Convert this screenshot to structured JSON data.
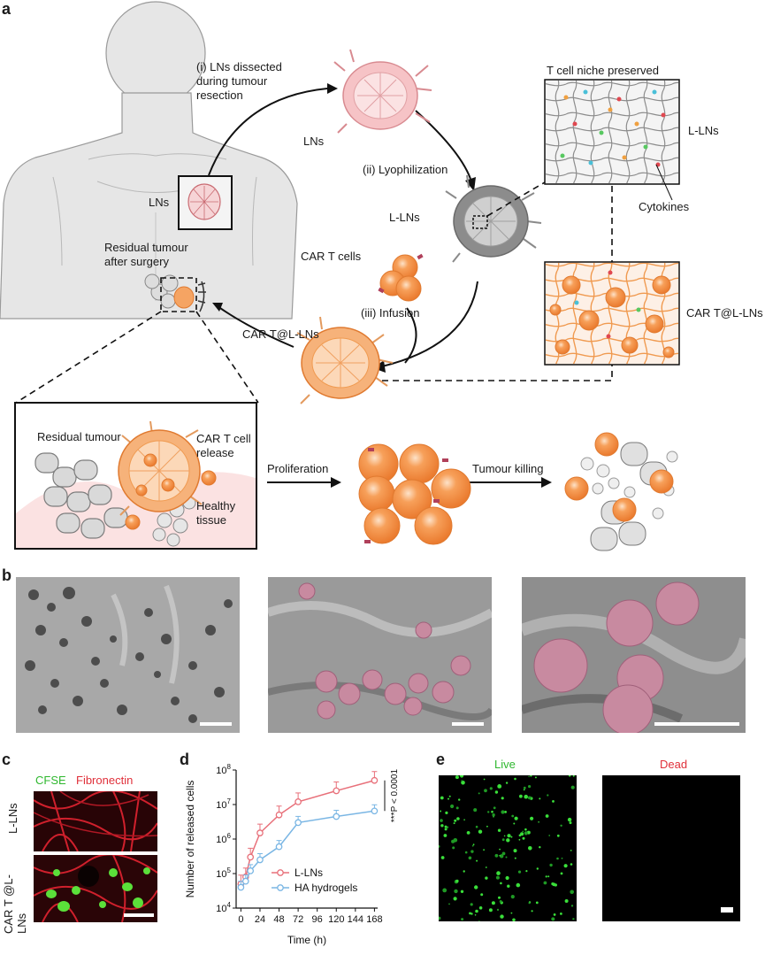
{
  "panel_letters": {
    "a": "a",
    "b": "b",
    "c": "c",
    "d": "d",
    "e": "e"
  },
  "panel_a": {
    "step1": "(i) LNs dissected during tumour resection",
    "lns_top": "LNs",
    "lns_body": "LNs",
    "step2": "(ii) Lyophilization",
    "llns_label": "L-LNs",
    "niche_title": "T cell niche preserved",
    "niche_label": "L-LNs",
    "cytokines": "Cytokines",
    "car_t_cells": "CAR T cells",
    "step3": "(iii) Infusion",
    "car_t_llns": "CAR T@L-LNs",
    "car_t_llns_box": "CAR T@L-LNs",
    "residual_after": "Residual tumour after surgery",
    "residual_tumour": "Residual tumour",
    "car_release": "CAR T cell release",
    "healthy": "Healthy tissue",
    "proliferation": "Proliferation",
    "tumour_killing": "Tumour killing"
  },
  "panel_c": {
    "cfse": "CFSE",
    "fibronectin": "Fibronectin",
    "row1": "L-LNs",
    "row2": "CAR T @L-LNs"
  },
  "panel_e": {
    "live": "Live",
    "dead": "Dead"
  },
  "colors": {
    "orange": "#f4a162",
    "pink": "#e9a3a8",
    "green": "#39d23a",
    "red": "#e0303a",
    "blue": "#7ab6e4",
    "magenta_cell": "#c88aa0"
  },
  "chart_data": {
    "type": "line",
    "xlabel": "Time (h)",
    "ylabel": "Number of released cells",
    "x_ticks": [
      0,
      24,
      48,
      72,
      96,
      120,
      144,
      168
    ],
    "y_ticks": [
      "10^4",
      "10^5",
      "10^6",
      "10^7",
      "10^8"
    ],
    "xlim": [
      -6,
      172
    ],
    "ylim_log10": [
      4,
      8
    ],
    "y_scale": "log",
    "significance": "***P < 0.0001",
    "legend_position": "bottom-right",
    "series": [
      {
        "name": "L-LNs",
        "color": "#e8707a",
        "x": [
          0,
          6,
          12,
          24,
          48,
          72,
          120,
          168
        ],
        "y": [
          50000,
          80000,
          300000,
          1500000,
          5000000,
          12000000,
          25000000,
          50000000
        ]
      },
      {
        "name": "HA hydrogels",
        "color": "#7ab6e4",
        "x": [
          0,
          6,
          12,
          24,
          48,
          72,
          120,
          168
        ],
        "y": [
          40000,
          60000,
          120000,
          250000,
          600000,
          3000000,
          4500000,
          6500000
        ]
      }
    ]
  }
}
